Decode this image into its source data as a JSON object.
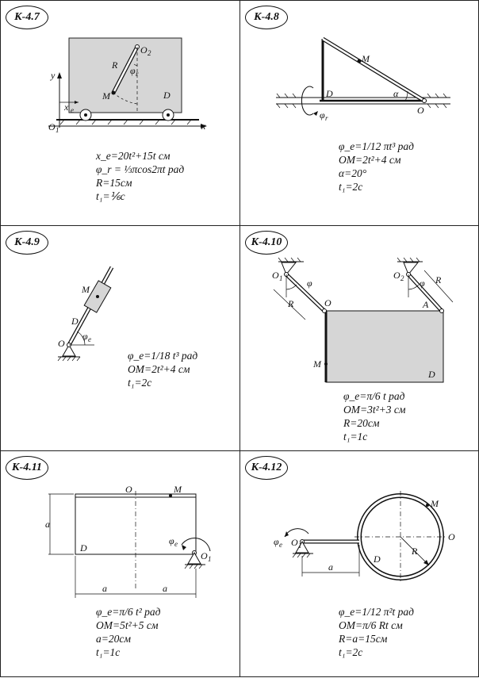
{
  "problems": [
    {
      "id": "К-4.7",
      "labels": {
        "y": "y",
        "x": "x",
        "xe": "x",
        "xe_sub": "e",
        "O2": "O",
        "O2_sub": "2",
        "R": "R",
        "phi": "φ",
        "phi_sub": "r",
        "M": "M",
        "D": "D",
        "O1": "O",
        "O1_sub": "1"
      },
      "formulas": [
        "x_e=20t²+15t см",
        "φ_r = ⅓πcos2πt рад",
        "R=15см",
        "t₁=⅙с"
      ]
    },
    {
      "id": "К-4.8",
      "labels": {
        "M": "M",
        "D": "D",
        "alpha": "α",
        "O": "O",
        "phi": "φ",
        "phi_sub": "r"
      },
      "formulas": [
        "φ_e=1/12 πt³ рад",
        "OM=2t²+4 см",
        "α=20°",
        "t₁=2с"
      ]
    },
    {
      "id": "К-4.9",
      "labels": {
        "M": "M",
        "D": "D",
        "O": "O",
        "phi": "φ",
        "phi_sub": "e"
      },
      "formulas": [
        "φ_e=1/18 t³ рад",
        "OM=2t²+4 см",
        "t₁=2с"
      ]
    },
    {
      "id": "К-4.10",
      "labels": {
        "O1": "O",
        "O1_sub": "1",
        "phi1": "φ",
        "R1": "R",
        "O": "O",
        "O2": "O",
        "O2_sub": "2",
        "phi2": "φ",
        "R2": "R",
        "A": "A",
        "M": "M",
        "D": "D"
      },
      "formulas": [
        "φ_e=π/6 t рад",
        "OM=3t²+3 см",
        "R=20см",
        "t₁=1с"
      ]
    },
    {
      "id": "К-4.11",
      "labels": {
        "O": "O",
        "M": "M",
        "a_left": "a",
        "D": "D",
        "phi": "φ",
        "phi_sub": "e",
        "O1": "O",
        "O1_sub": "1",
        "a1": "a",
        "a2": "a"
      },
      "formulas": [
        "φ_e=π/6 t² рад",
        "OM=5t²+5 см",
        "a=20см",
        "t₁=1с"
      ]
    },
    {
      "id": "К-4.12",
      "labels": {
        "M": "M",
        "O": "O",
        "phi": "φ",
        "phi_sub": "e",
        "O1": "O",
        "O1_sub": "1",
        "R": "R",
        "D": "D",
        "a": "a"
      },
      "formulas": [
        "φ_e=1/12 π²t рад",
        "OM=π/6 Rt см",
        "R=a=15см",
        "t₁=2с"
      ]
    }
  ]
}
